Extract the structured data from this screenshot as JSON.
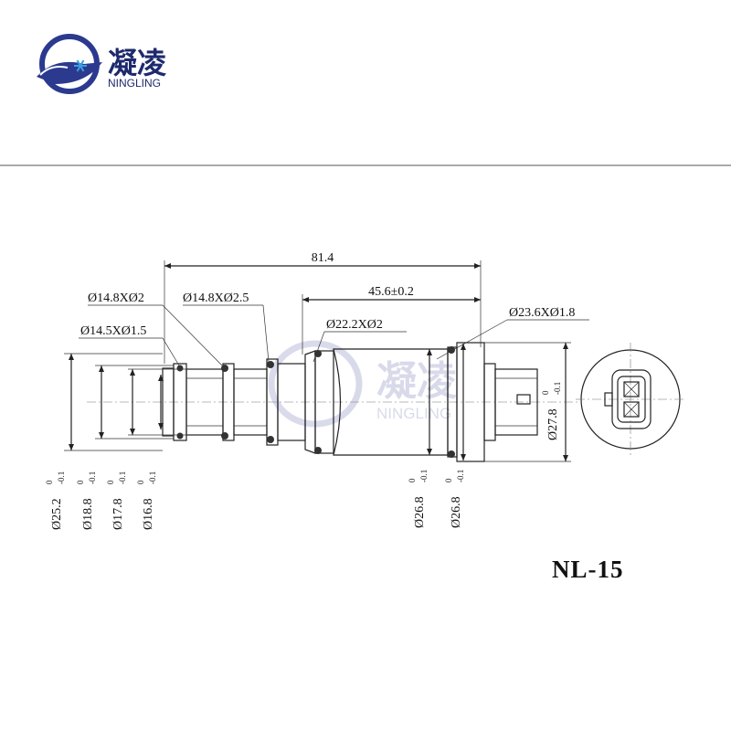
{
  "brand": {
    "name_cn": "凝凌",
    "name_en": "NINGLING",
    "logo_icon": "snowflake-icon",
    "colors": {
      "primary": "#2b3a8f",
      "accent": "#3a9fe0"
    }
  },
  "watermark": {
    "name_cn": "凝凌",
    "name_en": "NINGLING"
  },
  "drawing": {
    "model": "NL-15",
    "overall_length": "81.4",
    "section_length": "45.6±0.2",
    "seal_labels": {
      "oring_1": "Ø14.8XØ2",
      "oring_2": "Ø14.8XØ2.5",
      "oring_3": "Ø14.5XØ1.5",
      "oring_4": "Ø22.2XØ2",
      "oring_5": "Ø23.6XØ1.8"
    },
    "diameters": [
      {
        "value": "Ø25.2",
        "upper": "0",
        "lower": "-0.1"
      },
      {
        "value": "Ø18.8",
        "upper": "0",
        "lower": "-0.1"
      },
      {
        "value": "Ø17.8",
        "upper": "0",
        "lower": "-0.1"
      },
      {
        "value": "Ø16.8",
        "upper": "0",
        "lower": "-0.1"
      },
      {
        "value": "Ø26.8",
        "upper": "0",
        "lower": "-0.1"
      },
      {
        "value": "Ø26.8",
        "upper": "0",
        "lower": "-0.1"
      },
      {
        "value": "Ø27.8",
        "upper": "0",
        "lower": "-0.1"
      }
    ]
  }
}
